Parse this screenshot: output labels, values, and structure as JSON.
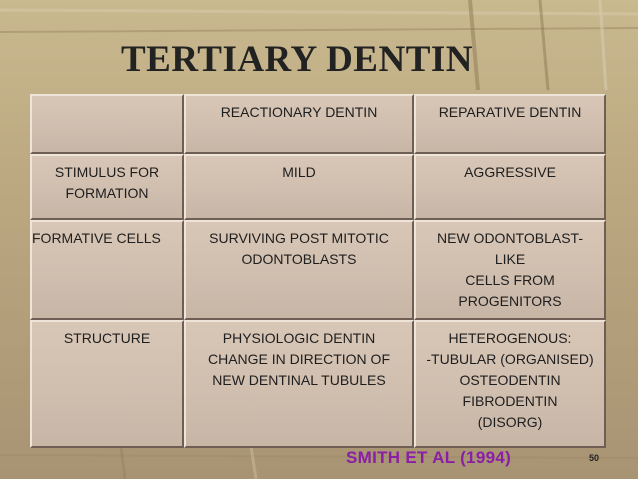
{
  "title": "TERTIARY DENTIN",
  "table": {
    "header": [
      "",
      "REACTIONARY DENTIN",
      "REPARATIVE DENTIN"
    ],
    "rows": [
      {
        "label": [
          "STIMULUS FOR",
          "FORMATION"
        ],
        "reactionary": [
          "MILD"
        ],
        "reparative": [
          "AGGRESSIVE"
        ]
      },
      {
        "label": [
          "FORMATIVE CELLS"
        ],
        "reactionary": [
          "SURVIVING POST MITOTIC",
          "ODONTOBLASTS"
        ],
        "reparative": [
          "NEW ODONTOBLAST- LIKE",
          "CELLS FROM",
          "PROGENITORS"
        ]
      },
      {
        "label": [
          "STRUCTURE"
        ],
        "reactionary": [
          "PHYSIOLOGIC DENTIN",
          "CHANGE IN DIRECTION OF",
          "NEW DENTINAL TUBULES"
        ],
        "reparative": [
          "HETEROGENOUS:",
          "-TUBULAR (ORGANISED)",
          "OSTEODENTIN",
          "FIBRODENTIN",
          "(DISORG)"
        ]
      }
    ]
  },
  "citation": "SMITH  ET  AL (1994)",
  "page_number": "50",
  "colors": {
    "citation": "#8a1ea6",
    "cell": "#d2c0b1",
    "background": "#bba780"
  }
}
